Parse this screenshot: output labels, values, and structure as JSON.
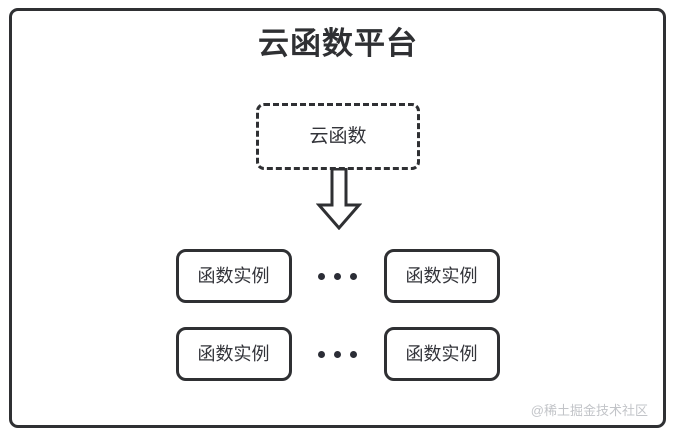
{
  "diagram": {
    "title": "云函数平台",
    "function_box": {
      "label": "云函数",
      "border_style": "dashed"
    },
    "arrow": {
      "icon": "down-block-arrow-icon",
      "direction": "down"
    },
    "rows": [
      {
        "left_instance": "函数实例",
        "ellipsis": "•••",
        "right_instance": "函数实例"
      },
      {
        "left_instance": "函数实例",
        "ellipsis": "•••",
        "right_instance": "函数实例"
      }
    ],
    "watermark": "@稀土掘金技术社区",
    "colors": {
      "stroke": "#2f3033",
      "text": "#33343a",
      "background": "#ffffff",
      "watermark": "#c2c4c8"
    }
  }
}
